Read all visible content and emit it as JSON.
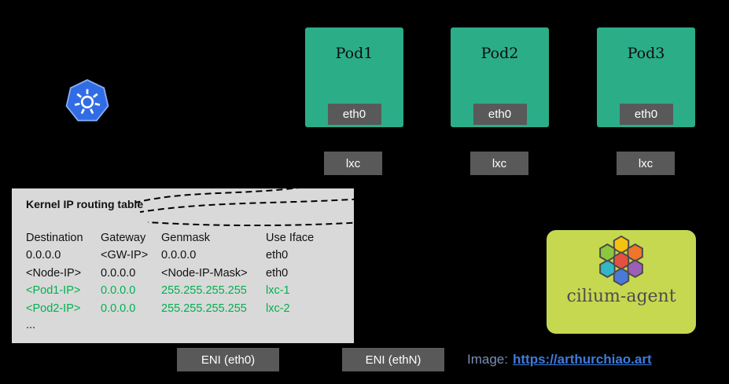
{
  "pods": [
    {
      "label": "Pod1",
      "iface_label": "eth0",
      "lxc_label": "lxc"
    },
    {
      "label": "Pod2",
      "iface_label": "eth0",
      "lxc_label": "lxc"
    },
    {
      "label": "Pod3",
      "iface_label": "eth0",
      "lxc_label": "lxc"
    }
  ],
  "routing_table": {
    "title": "Kernel IP routing table",
    "headers": {
      "destination": "Destination",
      "gateway": "Gateway",
      "genmask": "Genmask",
      "use_iface": "Use Iface"
    },
    "rows": [
      {
        "destination": "0.0.0.0",
        "gateway": "<GW-IP>",
        "genmask": "0.0.0.0",
        "iface": "eth0",
        "highlight": false
      },
      {
        "destination": "<Node-IP>",
        "gateway": "0.0.0.0",
        "genmask": "<Node-IP-Mask>",
        "iface": "eth0",
        "highlight": false
      },
      {
        "destination": "<Pod1-IP>",
        "gateway": "0.0.0.0",
        "genmask": "255.255.255.255",
        "iface": "lxc-1",
        "highlight": true
      },
      {
        "destination": "<Pod2-IP>",
        "gateway": "0.0.0.0",
        "genmask": "255.255.255.255",
        "iface": "lxc-2",
        "highlight": true
      }
    ],
    "more": "..."
  },
  "eni_boxes": [
    {
      "label": "ENI (eth0)"
    },
    {
      "label": "ENI (ethN)"
    }
  ],
  "cilium_agent": {
    "label": "cilium-agent"
  },
  "credit": {
    "prefix": "Image:",
    "url": "https://arthurchiao.art"
  },
  "colors": {
    "background": "#000000",
    "pod_green": "#2BAD88",
    "box_gray": "#595959",
    "panel_gray": "#D9D9D9",
    "route_highlight_green": "#00B050",
    "cilium_box_yellow_green": "#C6D850",
    "kubernetes_blue": "#326CE5",
    "link_blue": "#3D7BDE"
  }
}
